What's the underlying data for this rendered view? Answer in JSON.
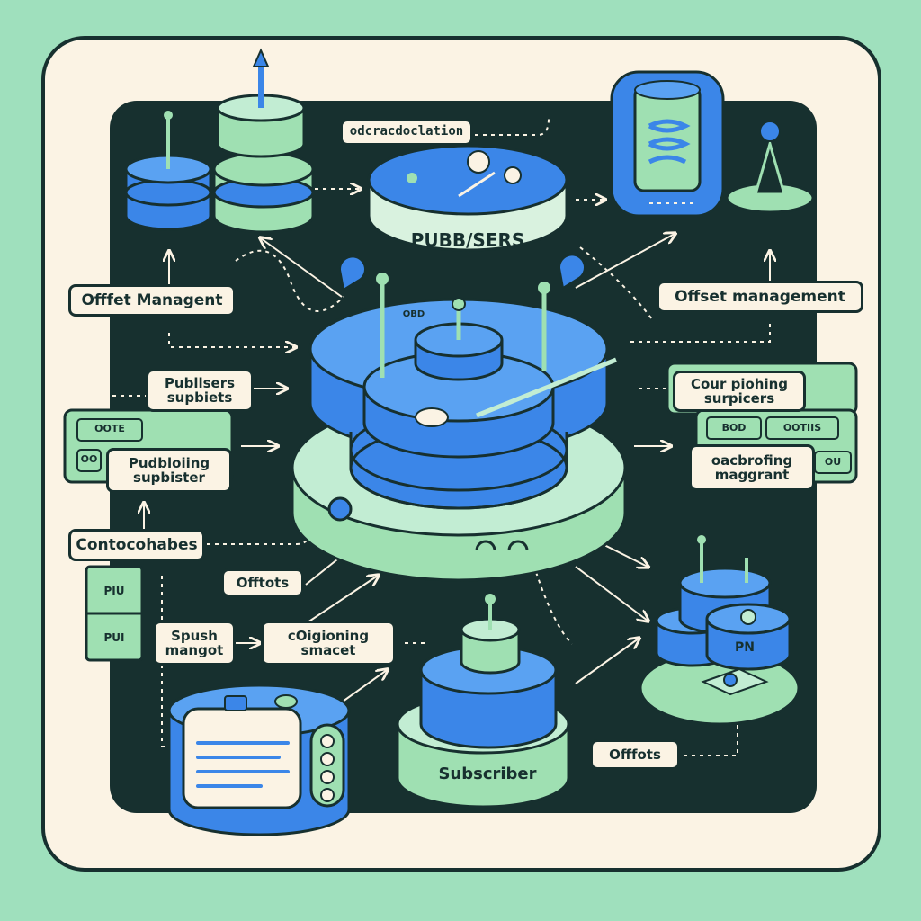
{
  "colors": {
    "background": "#9fe0bd",
    "frame": "#fbf3e4",
    "panel": "#17302f",
    "blue": "#3b86e8",
    "green": "#9fe0b2",
    "ink": "#17302f"
  },
  "labels": {
    "top_center": "odcracdoclation",
    "publishers_disk": "PUBB/SERS",
    "offset_management_left": "Offfet Managent",
    "offset_management_right": "Offset management",
    "publishers_subjects": "Publlsers\nsupbiets",
    "publishing_subscriber": "Pudbloiing\nsupbister",
    "cour_pioching": "Cour piohing\nsurpicers",
    "oacbrofing_magrant": "oacbrofing\nmaggrant",
    "contocohabes": "Contocohabes",
    "offtots": "Offtots",
    "spush_mangot": "Spush\nmangot",
    "coigioning_smacet": "cOigioning\nsmacet",
    "subscriber": "Subscriber",
    "offfots": "Offfots"
  },
  "small_text": {
    "ring_obd": "OBD",
    "left_card_1": "OOTE",
    "left_card_2": "OO",
    "left_pu_1": "PIU",
    "left_pu_2": "PUI",
    "right_card_1": "BOD",
    "right_card_2": "OOTIIS",
    "right_card_3": "OU",
    "right_stack_text": "PN"
  }
}
